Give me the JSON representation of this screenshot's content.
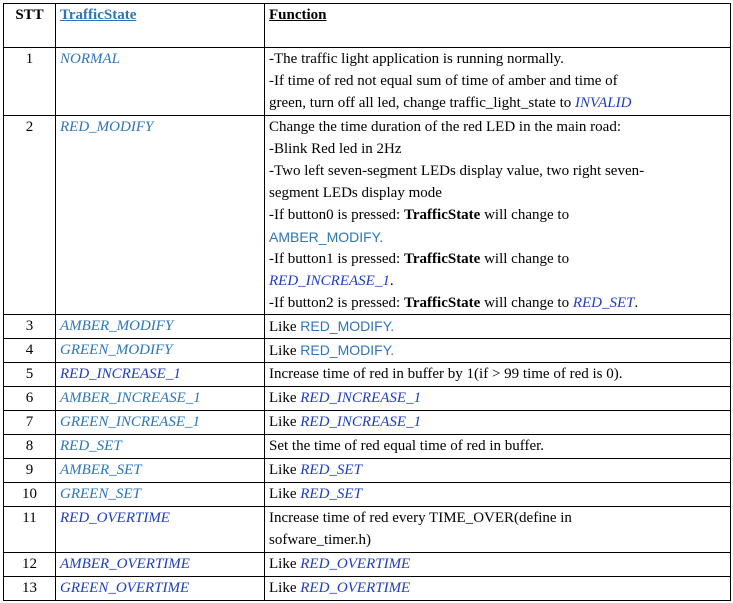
{
  "headers": {
    "stt": "STT",
    "state": "TrafficState",
    "function": "Function"
  },
  "rows": [
    {
      "stt": "1",
      "state": "NORMAL",
      "lines": [
        "-The traffic light application is running normally.",
        "-If time of red not equal sum of time of amber and time of",
        "green, turn off all led, change traffic_light_state to ",
        "INVALID"
      ]
    },
    {
      "stt": "2",
      "state": "RED_MODIFY",
      "lines": [
        "Change the time duration of the red LED in the main road:",
        " -Blink Red led in 2Hz",
        " -Two left  seven-segment LEDs display value, two right seven-",
        "segment LEDs display mode",
        " -If button0 is pressed: ",
        "TrafficState",
        " will change to",
        "AMBER_MODIFY.",
        " -If button1 is pressed: ",
        "TrafficState",
        " will change to",
        "RED_INCREASE_1",
        ".",
        " -If button2 is pressed: ",
        "TrafficState",
        " will change to ",
        "RED_SET",
        "."
      ]
    },
    {
      "stt": "3",
      "state": "AMBER_MODIFY",
      "like": "Like ",
      "ref": "RED_MODIFY."
    },
    {
      "stt": "4",
      "state": "GREEN_MODIFY",
      "like": "Like ",
      "ref": "RED_MODIFY."
    },
    {
      "stt": "5",
      "state": "RED_INCREASE_1",
      "text": "Increase time of red in buffer by 1(if > 99 time of red is 0)."
    },
    {
      "stt": "6",
      "state": "AMBER_INCREASE_1",
      "like": "Like ",
      "ref": "RED_INCREASE_1"
    },
    {
      "stt": "7",
      "state": "GREEN_INCREASE_1",
      "like": "Like ",
      "ref": "RED_INCREASE_1"
    },
    {
      "stt": "8",
      "state": "RED_SET",
      "text": "Set the time of red equal time of red in buffer."
    },
    {
      "stt": "9",
      "state": "AMBER_SET",
      "like": "Like ",
      "ref": "RED_SET"
    },
    {
      "stt": "10",
      "state": "GREEN_SET",
      "like": "Like ",
      "ref": "RED_SET"
    },
    {
      "stt": "11",
      "state": "RED_OVERTIME",
      "lines": [
        "Increase time of red every TIME_OVER(define in",
        "sofware_timer.h)"
      ]
    },
    {
      "stt": "12",
      "state": "AMBER_OVERTIME",
      "like": "Like ",
      "ref": "RED_OVERTIME"
    },
    {
      "stt": "13",
      "state": "GREEN_OVERTIME",
      "like": "Like ",
      "ref": "RED_OVERTIME"
    }
  ]
}
